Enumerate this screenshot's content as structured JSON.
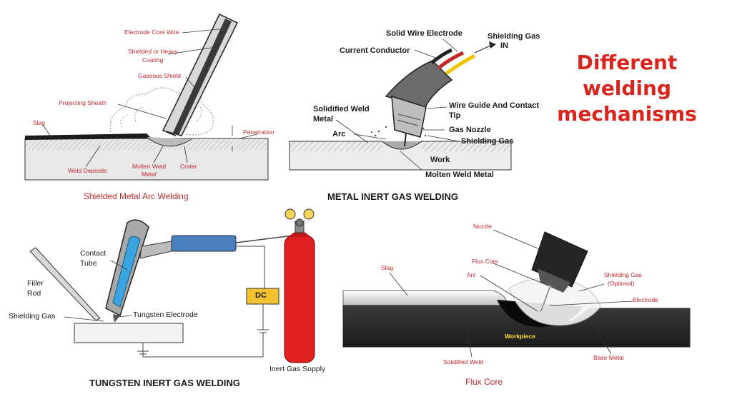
{
  "title": {
    "line1": "Different welding",
    "line2": "mechanisms"
  },
  "colors": {
    "title": "#d8261f",
    "label_red": "#c0282d",
    "tig_tube": "#4a7fc0",
    "gas_cylinder": "#e02020",
    "dc_box": "#f2c230"
  },
  "smaw": {
    "caption": "Shielded Metal Arc Welding",
    "labels": {
      "core_wire": "Electrode Core Wire",
      "coating_1": "Shielded or Heavy",
      "coating_2": "Coating",
      "gaseous_shield": "Gaseous Shield",
      "sheath": "Projecting Sheath",
      "slag": "Slag",
      "penetration": "Penetration",
      "weld_deposits": "Weld Deposits",
      "molten_1": "Molten Weld",
      "molten_2": "Metal",
      "crater": "Crater"
    }
  },
  "mig": {
    "caption": "METAL INERT GAS WELDING",
    "labels": {
      "solid_wire": "Solid Wire Electrode",
      "shield_gas_1": "Shielding Gas",
      "shield_gas_2": "IN",
      "current_conductor": "Current Conductor",
      "solidified_1": "Solidified Weld",
      "solidified_2": "Metal",
      "wire_guide_1": "Wire Guide And Contact",
      "wire_guide_2": "Tip",
      "arc": "Arc",
      "gas_nozzle": "Gas Nozzle",
      "shielding_gas": "Shielding Gas",
      "work": "Work",
      "molten": "Molten Weld Metal"
    }
  },
  "tig": {
    "caption": "TUNGSTEN INERT GAS WELDING",
    "labels": {
      "contact_1": "Contact",
      "contact_2": "Tube",
      "filler_1": "Filler",
      "filler_2": "Rod",
      "shielding_gas": "Shielding Gas",
      "tungsten": "Tungsten Electrode",
      "dc": "DC",
      "gas_supply": "Inert Gas Supply"
    }
  },
  "fcaw": {
    "caption": "Flux Core",
    "labels": {
      "nozzle": "Nozzle",
      "flux_core": "Flux Core",
      "arc": "Arc",
      "slag": "Slag",
      "shield_gas_1": "Shielding Gas",
      "shield_gas_2": "(Optional)",
      "electrode": "Electrode",
      "workpiece": "Workpiece",
      "solidified": "Solidified Weld",
      "base_metal": "Base Metal"
    }
  }
}
